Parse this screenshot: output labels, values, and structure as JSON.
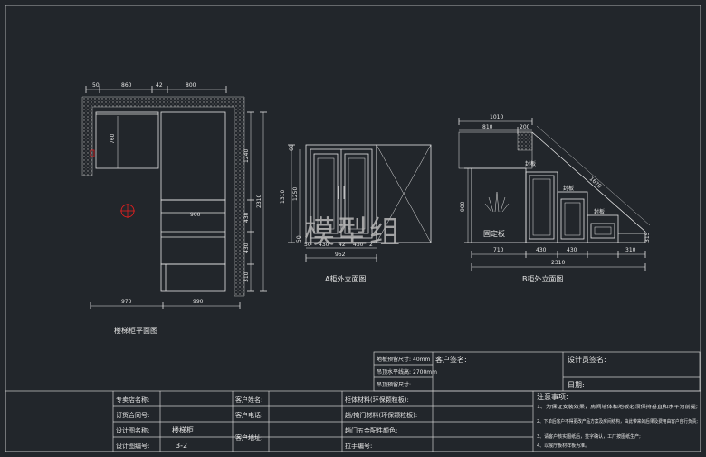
{
  "plan": {
    "title": "楼梯柜平面图",
    "top_dims": [
      "50",
      "860",
      "42",
      "800"
    ],
    "bottom_dims": [
      "970",
      "990"
    ],
    "left_dims": [
      "760"
    ],
    "right_dims": [
      "1240",
      "430",
      "430",
      "310"
    ],
    "overall_height": "2310",
    "drawer_dim": "900"
  },
  "elevation_a": {
    "title": "A柜外立面图",
    "left_dims": [
      "60",
      "1310",
      "1250",
      "50"
    ],
    "bottom_dims": [
      "50",
      "430",
      "42",
      "430",
      "2"
    ],
    "total_width": "952"
  },
  "elevation_b": {
    "title": "B柜外立面图",
    "top_dims": [
      "1010",
      "810",
      "200"
    ],
    "left_dim": "900",
    "slope_dim": "1670",
    "bottom_dims": [
      "710",
      "430",
      "430",
      "310"
    ],
    "total_width": "2310",
    "seal_labels": [
      "封板",
      "封板",
      "封板"
    ],
    "fixed_panel": "固定板",
    "right_dim": "315"
  },
  "watermark": "模型组",
  "design_box": {
    "rows": [
      {
        "label": "地板预留尺寸:",
        "value": "40mm"
      },
      {
        "label": "吊顶水平线高:",
        "value": "2700mm"
      },
      {
        "label": "吊顶预留尺寸:",
        "value": ""
      }
    ],
    "client_sign": "客户签名:",
    "designer_sign": "设计员签名:",
    "date": "日期:"
  },
  "title_block": {
    "col1": [
      {
        "label": "专卖店名称:",
        "value": ""
      },
      {
        "label": "订货合同号:",
        "value": ""
      },
      {
        "label": "设计图名称:",
        "value": "楼梯柜"
      },
      {
        "label": "设计图编号:",
        "value": "3-2"
      }
    ],
    "col2": [
      {
        "label": "客户姓名:",
        "value": ""
      },
      {
        "label": "客户电话:",
        "value": ""
      },
      {
        "label": "客户地址:",
        "value": ""
      }
    ],
    "col3": [
      {
        "label": "柜体材料(环保颗粒板):",
        "value": ""
      },
      {
        "label": "趟/掩门材料(环保颗粒板):",
        "value": ""
      },
      {
        "label": "趟门五金配件颜色:",
        "value": ""
      },
      {
        "label": "拉手编号:",
        "value": ""
      }
    ],
    "notes_title": "注意事项:",
    "notes": [
      "1、为保证安装效果，房间墙体和地板必须保持垂直和水平为前提;",
      "2、下单后客户不得更改产品方案及房间结构，由此带来的后果及费用由客户自行负责;",
      "3、请客户核实图纸后，签字确认，工厂按图纸生产;",
      "4、以展厅板材样板为准。"
    ]
  },
  "colors": {
    "background": "#22262b",
    "lines": "#e6e6e6",
    "wall_hatch": "#9a9a9a",
    "marker": "#e02020"
  }
}
